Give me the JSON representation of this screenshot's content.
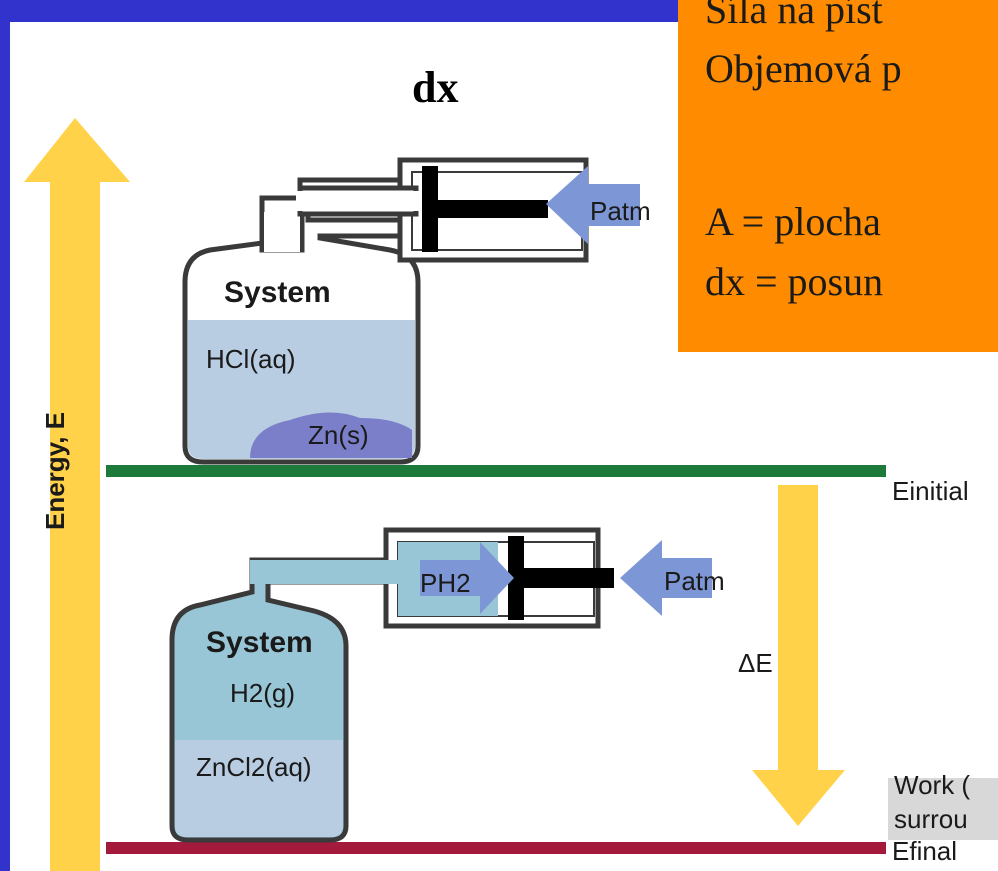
{
  "colors": {
    "frame": "#3232cc",
    "orange_box": "#ff8c00",
    "energy_arrow": "#ffd24a",
    "initial_line": "#1e7a3a",
    "final_line": "#a31a3c",
    "liquid": "#b8cde2",
    "gas": "#98c6d6",
    "pressure_arrow": "#7d97d6",
    "zinc": "#7b7fc9"
  },
  "heading": {
    "dx": "dx"
  },
  "orange_box": {
    "line1": "Síla na píst",
    "line2": "Objemová p",
    "line3": "A = plocha",
    "line4": "dx = posun"
  },
  "axis": {
    "energy_label": "Energy, E"
  },
  "top_system": {
    "system": "System",
    "solution": "HCl(aq)",
    "solid": "Zn(s)",
    "pressure": "Patm"
  },
  "bottom_system": {
    "system": "System",
    "gas": "H2(g)",
    "solution": "ZnCl2(aq)",
    "pressure_gas": "PH2",
    "pressure_atm": "Patm"
  },
  "levels": {
    "initial": "Einitial",
    "final": "Efinal",
    "delta": "ΔE"
  },
  "work_box": {
    "line1": "Work (",
    "line2": "surrou"
  }
}
